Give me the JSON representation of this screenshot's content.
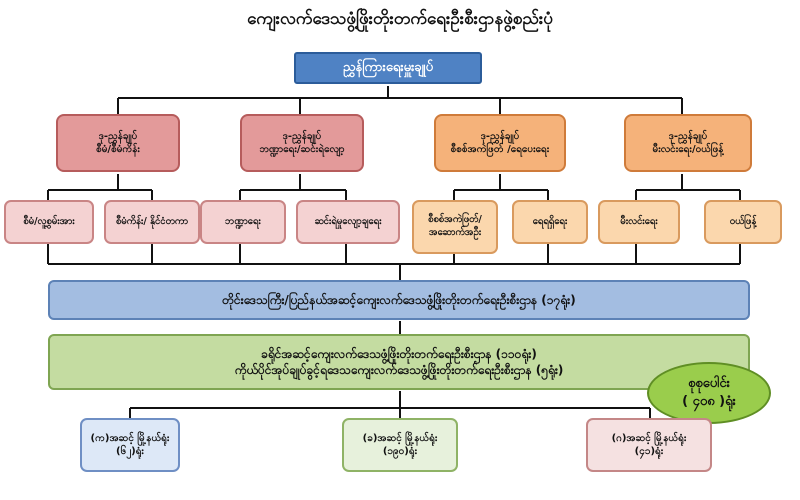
{
  "title": "ကျေးလက်ဒေသဖွံ့ဖြိုးတိုးတက်ရေးဦးစီးဌာနဖွဲ့စည်းပုံ",
  "root": "ညွှန်ကြားရေးမှူးချုပ်",
  "deputies": [
    {
      "title": "ဒု-ညွှန်ချုပ်",
      "dept": "စီမံ/စီမံကိန်း"
    },
    {
      "title": "ဒု-ညွှန်ချုပ်",
      "dept": "ဘဏ္ဍာရေး/ဆင်းရဲလျော့"
    },
    {
      "title": "ဒု-ညွှန်ချုပ်",
      "dept": "စီစစ်အကဲဖြတ် /ရေပေးရေး"
    },
    {
      "title": "ဒု-ညွှန်ချုပ်",
      "dept": "မီးလင်းရေး/ဝယ်ဖြန့်"
    }
  ],
  "divisions": [
    "စီမံ/လူ့စွမ်းအား",
    "စီမံကိန်း/ နိုင်ငံတကာ",
    "ဘဏ္ဍာရေး",
    "ဆင်းရဲမှုလျော့ချရေး",
    "စီစစ်အကဲဖြတ်/ အဆောက်အဦး",
    "ရေရရှိရေး",
    "မီးလင်းရေး",
    "ဝယ်ဖြန့်"
  ],
  "regional": "တိုင်းဒေသကြီး/ပြည်နယ်အဆင့်ကျေးလက်ဒေသဖွံ့ဖြိုးတိုးတက်ရေးဦးစီးဌာန (၁၇ရုံး)",
  "district": {
    "line1": "ခရိုင်အဆင့်ကျေးလက်ဒေသဖွံ့ဖြိုးတိုးတက်ရေးဦးစီးဌာန (၁၁၀ရုံး)",
    "line2": "ကိုယ်ပိုင်အုပ်ချုပ်ခွင့်ရဒေသကျေးလက်ဒေသဖွံ့ဖြိုးတိုးတက်ရေးဦးစီးဌာန (၅ရုံး)"
  },
  "total": {
    "line1": "စုစုပေါင်း",
    "line2": "( ၄၀၈ )ရုံး"
  },
  "townships": [
    {
      "line1": "(က)အဆင့် မြို့နယ်ရုံး",
      "line2": "(၆၂)ရုံး"
    },
    {
      "line1": "(ခ)အဆင့် မြို့နယ်ရုံး",
      "line2": "(၁၉၀)ရုံး"
    },
    {
      "line1": "(ဂ)အဆင့် မြို့နယ်ရုံး",
      "line2": "(၄၁)ရုံး"
    }
  ],
  "colors": {
    "connector": "#111111",
    "root_fill": "#4f82c4",
    "deputy_pink": "#e39a9a",
    "deputy_orange": "#f5b27a",
    "regional_fill": "#a3bde1",
    "district_fill": "#c4dca1",
    "total_fill": "#9acd4c"
  }
}
